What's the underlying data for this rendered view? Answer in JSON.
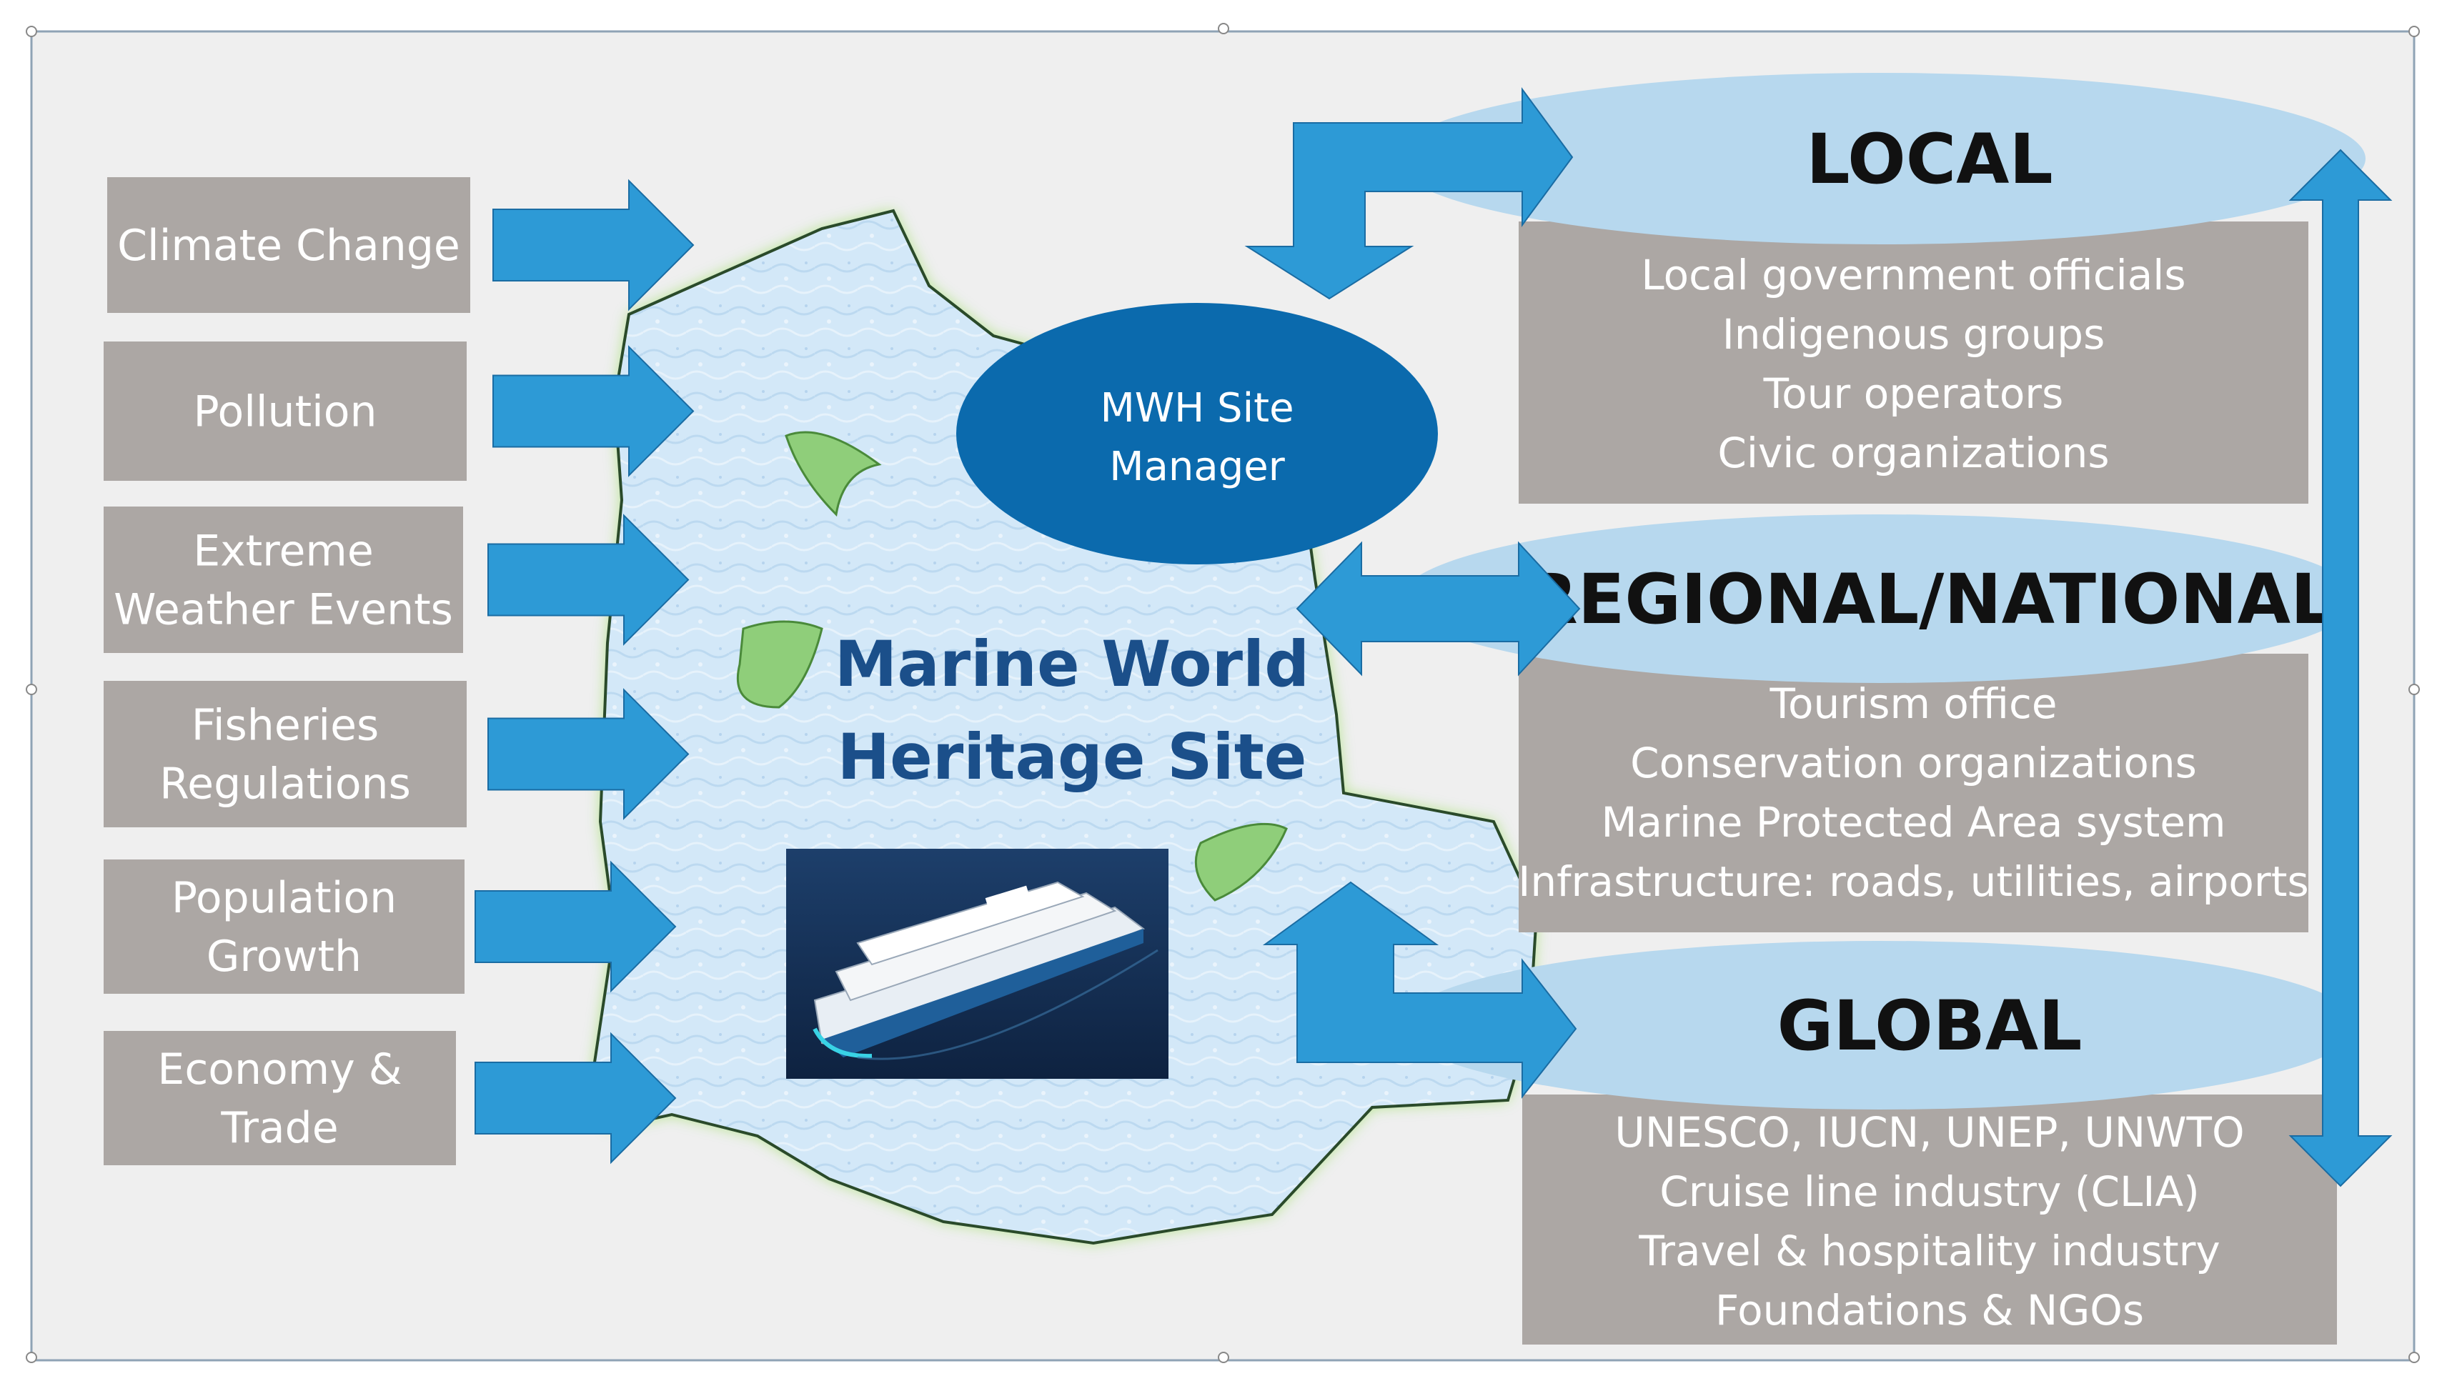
{
  "site": {
    "title_line1": "Marine World",
    "title_line2": "Heritage Site"
  },
  "manager": {
    "line1": "MWH Site",
    "line2": "Manager"
  },
  "drivers": [
    {
      "lines": [
        "Climate Change"
      ]
    },
    {
      "lines": [
        "Pollution"
      ]
    },
    {
      "lines": [
        "Extreme",
        "Weather Events"
      ]
    },
    {
      "lines": [
        "Fisheries",
        "Regulations"
      ]
    },
    {
      "lines": [
        "Population",
        "Growth"
      ]
    },
    {
      "lines": [
        "Economy &",
        "Trade"
      ]
    }
  ],
  "levels": [
    {
      "title": "LOCAL",
      "items": [
        "Local government officials",
        "Indigenous groups",
        "Tour operators",
        "Civic organizations"
      ]
    },
    {
      "title": "REGIONAL/NATIONAL",
      "items": [
        "Tourism office",
        "Conservation organizations",
        "Marine Protected Area system",
        "Infrastructure: roads, utilities, airports"
      ]
    },
    {
      "title": "GLOBAL",
      "items": [
        "UNESCO, IUCN, UNEP, UNWTO",
        "Cruise line industry (CLIA)",
        "Travel & hospitality industry",
        "Foundations &  NGOs"
      ]
    }
  ],
  "colors": {
    "background": "#efefef",
    "driver_box": "#aca7a4",
    "arrow": "#2d9ad6",
    "manager": "#0b6aad",
    "level_ellipse": "#b7d8ee",
    "island_fill": "#cfe6f7",
    "island_glow": "#a9e27a",
    "islet": "#8fce7a",
    "site_title": "#1b4f8a"
  }
}
